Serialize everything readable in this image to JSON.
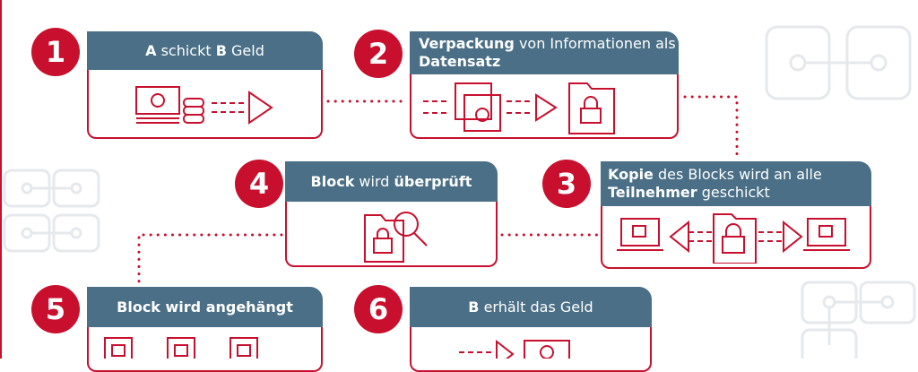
{
  "colors": {
    "accent": "#c8102e",
    "header": "#4a6f86"
  },
  "steps": [
    {
      "num": "1",
      "parts": [
        {
          "b": "A"
        },
        {
          "t": " schickt "
        },
        {
          "b": "B"
        },
        {
          "t": " Geld"
        }
      ],
      "icon": "money-icon"
    },
    {
      "num": "2",
      "parts": [
        {
          "b": "Verpackung"
        },
        {
          "t": " von Informationen als "
        },
        {
          "b": "Datensatz"
        }
      ],
      "icon": "floppy-to-folder-icon"
    },
    {
      "num": "3",
      "parts": [
        {
          "b": "Kopie"
        },
        {
          "t": " des Blocks wird an alle "
        },
        {
          "b": "Teilnehmer"
        },
        {
          "t": " geschickt"
        }
      ],
      "icon": "distribute-icon"
    },
    {
      "num": "4",
      "parts": [
        {
          "b": "Block"
        },
        {
          "t": " wird "
        },
        {
          "b": "überprüft"
        }
      ],
      "icon": "inspect-folder-icon"
    },
    {
      "num": "5",
      "parts": [
        {
          "b": "Block wird angehängt"
        }
      ],
      "icon": "chain-folders-icon"
    },
    {
      "num": "6",
      "parts": [
        {
          "b": "B"
        },
        {
          "t": " erhält das Geld"
        }
      ],
      "icon": "receive-money-icon"
    }
  ]
}
